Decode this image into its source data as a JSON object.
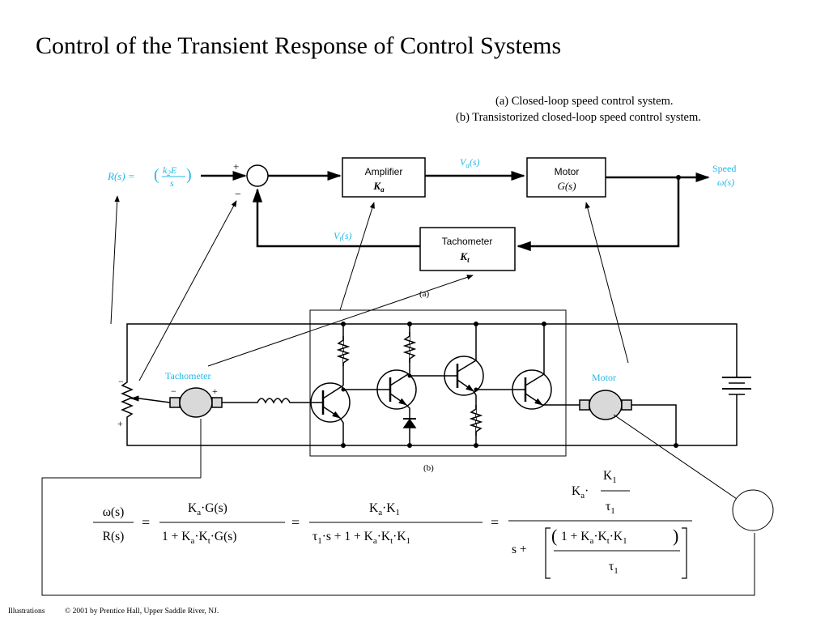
{
  "title": "Control of the Transient Response of Control Systems",
  "captions": {
    "a": "(a) Closed-loop speed control system.",
    "b": "(b) Transistorized closed-loop speed control system."
  },
  "block_diagram": {
    "input": "R(s) = ",
    "input_num": "k",
    "input_num_sub": "2",
    "input_num_rest": "E",
    "input_den": "s",
    "plus": "+",
    "minus": "−",
    "amplifier_label": "Amplifier",
    "amplifier_gain": "K",
    "amplifier_gain_sub": "a",
    "va_signal": "V",
    "va_signal_sub": "a",
    "va_signal_rest": "(s)",
    "motor_label": "Motor",
    "motor_tf": "G(s)",
    "output_label": "Speed",
    "output_symbol": "ω(s)",
    "tachometer_label": "Tachometer",
    "tachometer_gain": "K",
    "tachometer_gain_sub": "t",
    "vt_signal": "V",
    "vt_signal_sub": "t",
    "vt_signal_rest": "(s)",
    "part_label": "(a)"
  },
  "circuit": {
    "tachometer_label": "Tachometer",
    "motor_label": "Motor",
    "minus": "−",
    "plus": "+",
    "part_label": "(b)"
  },
  "equation": {
    "lhs_num": "ω(s)",
    "lhs_den": "R(s)",
    "eq": "=",
    "t1_num_a": "K",
    "t1_num_a_sub": "a",
    "t1_num_b": "·G(s)",
    "t1_den_a": "1 + K",
    "t1_den_a_sub": "a",
    "t1_den_b": "·K",
    "t1_den_b_sub": "t",
    "t1_den_c": "·G(s)",
    "t2_num_a": "K",
    "t2_num_a_sub": "a",
    "t2_num_b": "·K",
    "t2_num_b_sub": "1",
    "t2_den_a": "τ",
    "t2_den_a_sub": "1",
    "t2_den_b": "·s + 1 + K",
    "t2_den_b_sub": "a",
    "t2_den_c": "·K",
    "t2_den_c_sub": "t",
    "t2_den_d": "·K",
    "t2_den_d_sub": "1",
    "t3_num_ka": "K",
    "t3_num_ka_sub": "a",
    "t3_num_dot": "·",
    "t3_num_k1": "K",
    "t3_num_k1_sub": "1",
    "t3_num_tau": "τ",
    "t3_num_tau_sub": "1",
    "t3_den_s": "s +",
    "t3_den_inner_a": "1 + K",
    "t3_den_inner_a_sub": "a",
    "t3_den_inner_b": "·K",
    "t3_den_inner_b_sub": "t",
    "t3_den_inner_c": "·K",
    "t3_den_inner_c_sub": "1",
    "t3_den_tau": "τ",
    "t3_den_tau_sub": "1"
  },
  "footer": {
    "left": "Illustrations",
    "right": "© 2001 by Prentice Hall, Upper Saddle River, NJ."
  }
}
